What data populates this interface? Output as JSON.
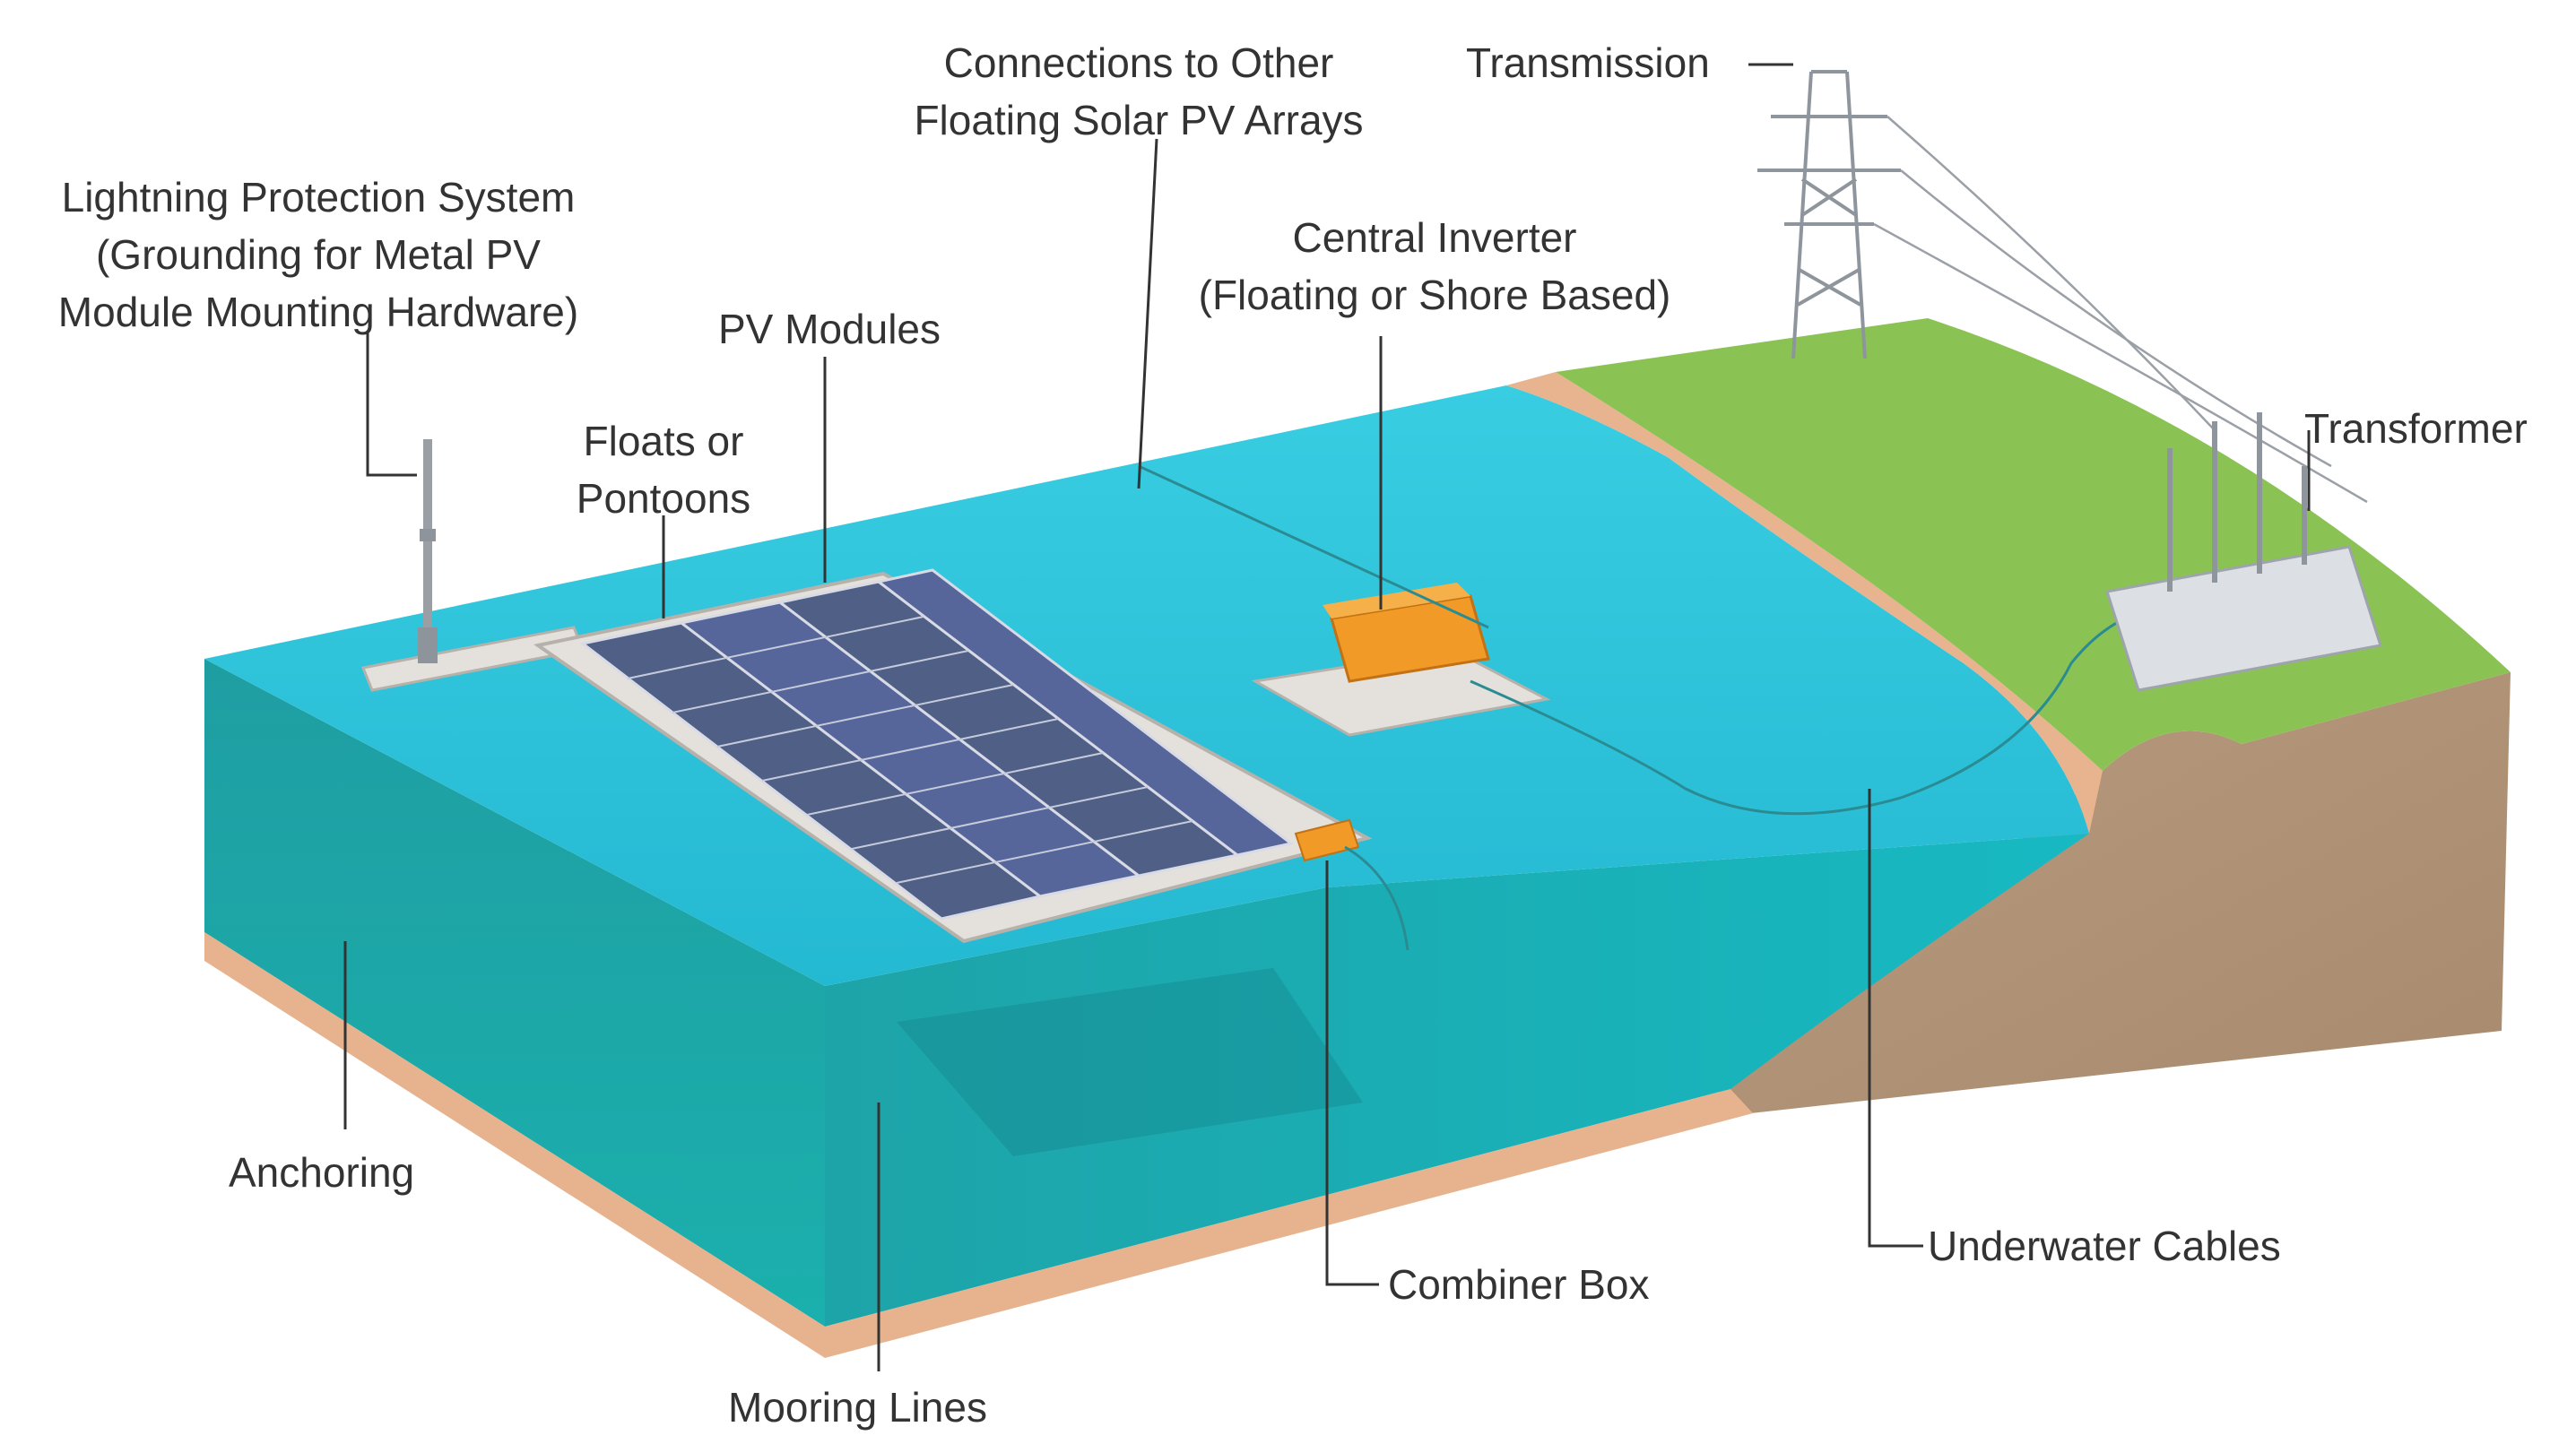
{
  "colors": {
    "water_surface": "#2fc6dc",
    "water_front": "#1fa6a6",
    "sand": "#e7b48f",
    "grass": "#8ac254",
    "soil": "#b29276",
    "float": "#e4e1dc",
    "panel": "#4f5f86",
    "orange": "#f29a27",
    "leader": "#333333"
  },
  "labels": {
    "lightning": [
      "Lightning Protection System",
      "(Grounding for Metal PV",
      "Module Mounting Hardware)"
    ],
    "pv_modules": "PV Modules",
    "floats": [
      "Floats or",
      "Pontoons"
    ],
    "connections": [
      "Connections to Other",
      "Floating Solar PV Arrays"
    ],
    "central_inverter": [
      "Central Inverter",
      "(Floating or Shore Based)"
    ],
    "transmission": "Transmission",
    "transformer": "Transformer",
    "anchoring": "Anchoring",
    "mooring_lines": "Mooring Lines",
    "combiner_box": "Combiner Box",
    "underwater_cables": "Underwater Cables"
  }
}
